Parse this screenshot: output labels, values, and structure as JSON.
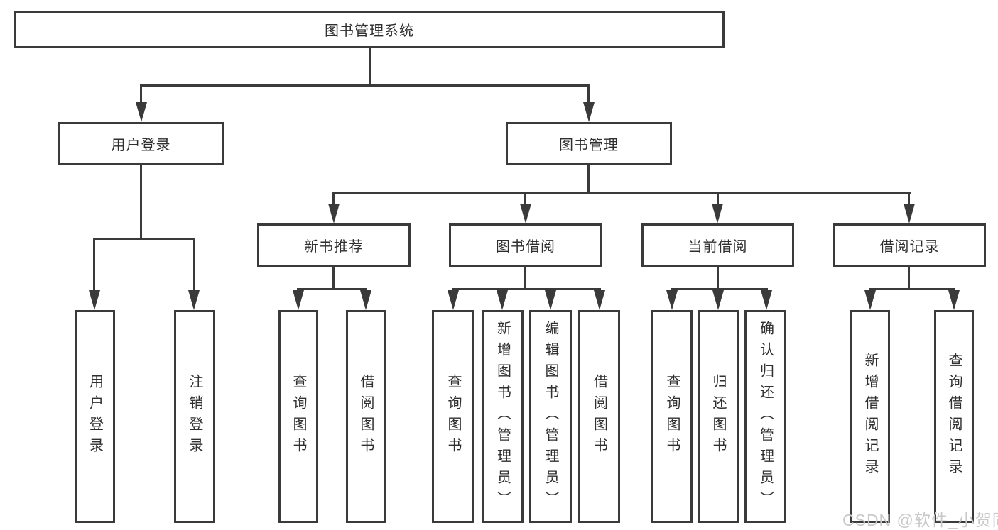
{
  "diagram": {
    "title": "图书管理系统",
    "root": {
      "label": "图书管理系统"
    },
    "level2": [
      {
        "label": "用户登录",
        "children": [
          {
            "label": "用户登录"
          },
          {
            "label": "注销登录"
          }
        ]
      },
      {
        "label": "图书管理",
        "children": [
          {
            "label": "新书推荐",
            "children": [
              {
                "label": "查询图书"
              },
              {
                "label": "借阅图书"
              }
            ]
          },
          {
            "label": "图书借阅",
            "children": [
              {
                "label": "查询图书"
              },
              {
                "label": "新增图书（管理员）"
              },
              {
                "label": "编辑图书（管理员）"
              },
              {
                "label": "借阅图书"
              }
            ]
          },
          {
            "label": "当前借阅",
            "children": [
              {
                "label": "查询图书"
              },
              {
                "label": "归还图书"
              },
              {
                "label": "确认归还（管理员）"
              }
            ]
          },
          {
            "label": "借阅记录",
            "children": [
              {
                "label": "新增借阅记录"
              },
              {
                "label": "查询借阅记录"
              }
            ]
          }
        ]
      }
    ]
  },
  "watermark": "CSDN @软件_小贺同学",
  "colors": {
    "line": "#3a3a3a",
    "text": "#2f2f2f",
    "background": "#ffffff",
    "watermark": "#c9c9c9"
  }
}
